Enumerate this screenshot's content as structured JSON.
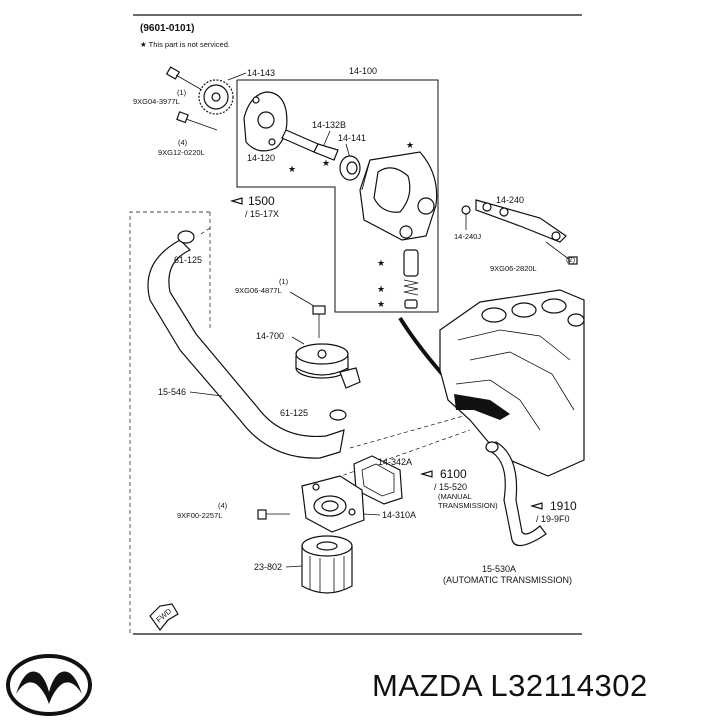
{
  "diagram": {
    "header_code": "(9601-0101)",
    "not_serviced_note": "★ This part is not serviced.",
    "fwd_label": "FWD",
    "labels": {
      "p14_143": "14-143",
      "p14_100": "14-100",
      "p9xg04": "9XG04-3977L",
      "p1_a": "(1)",
      "p4_a": "(4)",
      "p9xg12": "9XG12-0220L",
      "p14_132b": "14-132B",
      "p14_141": "14-141",
      "p14_120": "14-120",
      "ref1500": "1500",
      "ref15_17x": "/ 15-17X",
      "p14_240": "14-240",
      "p14_240j": "14-240J",
      "p2_a": "(2)",
      "p9xg06_2820": "9XG06-2820L",
      "p61_125_a": "61-125",
      "p1_b": "(1)",
      "p9xg06_4877": "9XG06-4877L",
      "p14_700": "14-700",
      "p15_546": "15-546",
      "p61_125_b": "61-125",
      "p14_342a": "14-342A",
      "ref6100": "6100",
      "ref15_520": "/ 15-520",
      "manual": "(MANUAL",
      "transmission": "TRANSMISSION)",
      "ref1910": "1910",
      "ref19_9f0": "/ 19-9F0",
      "p4_b": "(4)",
      "p9xf00": "9XF00-2257L",
      "p14_310a": "14-310A",
      "p23_802": "23-802",
      "p15_530a": "15-530A",
      "auto_trans": "(AUTOMATIC TRANSMISSION)"
    }
  },
  "brand": {
    "title": "MAZDA L32114302",
    "logo_icon": "mazda-logo-icon"
  }
}
